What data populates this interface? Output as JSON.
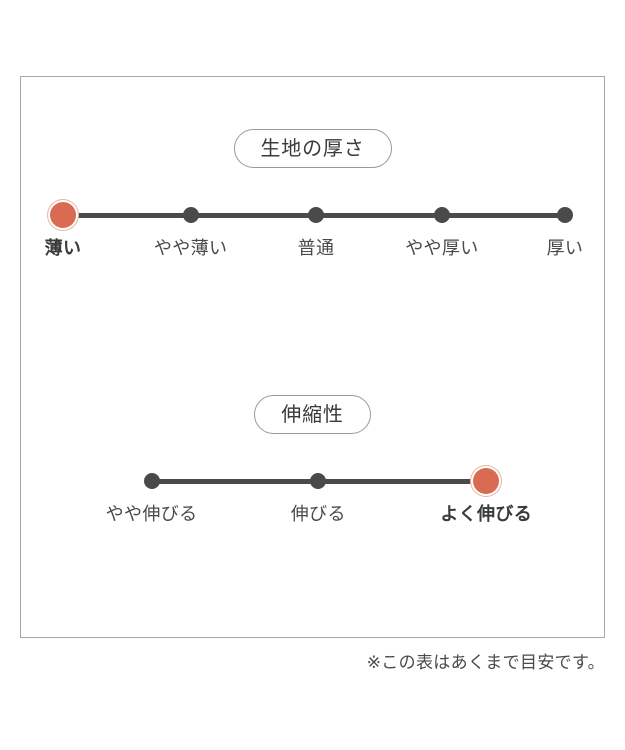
{
  "colors": {
    "active_marker": "#d96b52",
    "active_ring": "#e6b6a8",
    "track": "#4a4a4a",
    "inactive_dot": "#4a4a4a",
    "panel_border": "#a8a8a8",
    "pill_border": "#9a9a9a",
    "text": "#4a4a4a",
    "background": "#ffffff"
  },
  "chart_data": {
    "type": "scale",
    "title": "",
    "scales": [
      {
        "name": "fabric-thickness",
        "label": "生地の厚さ",
        "categories": [
          "薄い",
          "やや薄い",
          "普通",
          "やや厚い",
          "厚い"
        ],
        "selected_index": 0,
        "selected_value": "薄い"
      },
      {
        "name": "stretchiness",
        "label": "伸縮性",
        "categories": [
          "やや伸びる",
          "伸びる",
          "よく伸びる"
        ],
        "selected_index": 2,
        "selected_value": "よく伸びる"
      }
    ]
  },
  "sections": [
    {
      "title": "生地の厚さ",
      "ticks": [
        {
          "label": "薄い",
          "active": true,
          "pos": 7.2
        },
        {
          "label": "やや薄い",
          "active": false,
          "pos": 29.1
        },
        {
          "label": "普通",
          "active": false,
          "pos": 50.6
        },
        {
          "label": "やや厚い",
          "active": false,
          "pos": 72.2
        },
        {
          "label": "厚い",
          "active": false,
          "pos": 93.3
        }
      ]
    },
    {
      "title": "伸縮性",
      "ticks": [
        {
          "label": "やや伸びる",
          "active": false,
          "pos": 22.4
        },
        {
          "label": "伸びる",
          "active": false,
          "pos": 51.0
        },
        {
          "label": "よく伸びる",
          "active": true,
          "pos": 79.8
        }
      ]
    }
  ],
  "footnote": "※この表はあくまで目安です。"
}
